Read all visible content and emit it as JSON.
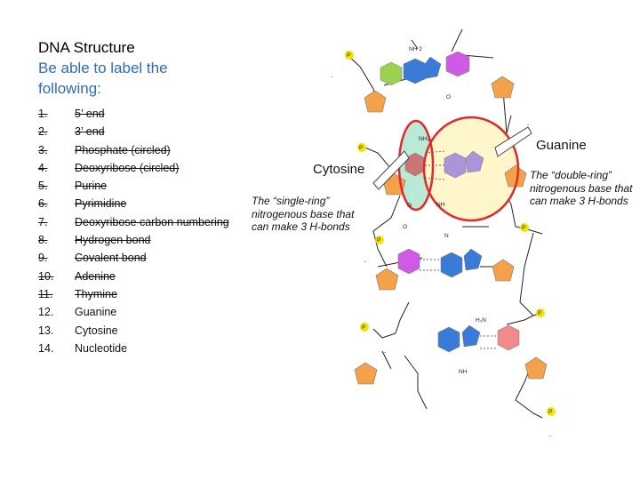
{
  "header": {
    "title": "DNA Structure",
    "subtitle_line1": "Be able to label the",
    "subtitle_line2": "following:"
  },
  "list": {
    "items": [
      {
        "num": "1.",
        "label": "5’ end",
        "struck": true
      },
      {
        "num": "2.",
        "label": "3’ end",
        "struck": true
      },
      {
        "num": "3.",
        "label": "Phosphate (circled)",
        "struck": true
      },
      {
        "num": "4.",
        "label": "Deoxyribose (circled)",
        "struck": true
      },
      {
        "num": "5.",
        "label": "Purine",
        "struck": true
      },
      {
        "num": "6.",
        "label": "Pyrimidine",
        "struck": true
      },
      {
        "num": "7.",
        "label": "Deoxyribose carbon numbering",
        "struck": true
      },
      {
        "num": "8.",
        "label": "Hydrogen bond",
        "struck": true
      },
      {
        "num": "9.",
        "label": "Covalent bond",
        "struck": true
      },
      {
        "num": "10.",
        "label": "Adenine",
        "struck": true
      },
      {
        "num": "11.",
        "label": "Thymine",
        "struck": true
      },
      {
        "num": "12.",
        "label": "Guanine",
        "struck": false
      },
      {
        "num": "13.",
        "label": "Cytosine",
        "struck": false
      },
      {
        "num": "14.",
        "label": "Nucleotide",
        "struck": false
      }
    ]
  },
  "callouts": {
    "cytosine": "Cytosine",
    "guanine": "Guanine",
    "single_ring": [
      "The “single-ring”",
      "nitrogenous base that",
      "can make 3 H-bonds"
    ],
    "double_ring": [
      "The “double-ring”",
      "nitrogenous base that",
      "can make 3 H-bonds"
    ]
  },
  "diagram": {
    "atom_labels": {
      "nh2": "NH 2",
      "nh2_sub": "NH₂",
      "nh": "NH",
      "n": "N",
      "o": "O",
      "h2n": "H₂N",
      "p": "P",
      "minus": "-"
    },
    "colors": {
      "sugar": "#f4a24a",
      "phosphate": "#f3e300",
      "adenine": "#3b7bd8",
      "thymine": "#9ad24f",
      "guanine": "#a995d8",
      "cytosine": "#c87676",
      "purple_base": "#cf5ae6",
      "ring_red": "#e02a2a",
      "teal_fill": "#b9ead6",
      "cream_fill": "#fff6cc"
    }
  }
}
